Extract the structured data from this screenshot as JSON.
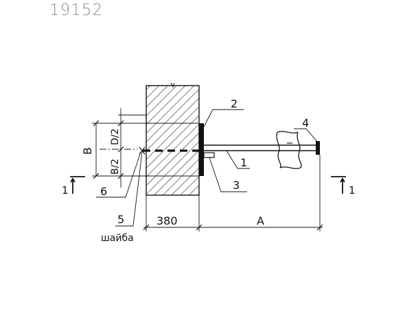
{
  "header": {
    "sheet_number": "19152"
  },
  "labels": {
    "callout_1": "1",
    "callout_2": "2",
    "callout_3": "3",
    "callout_4": "4",
    "callout_5": "5",
    "callout_6": "6",
    "washer": "шайба",
    "dim_B": "В",
    "dim_B_half": "В/2",
    "dim_D_half": "D/2",
    "dim_380": "380",
    "dim_A": "А",
    "section_left": "1",
    "section_right": "1"
  },
  "colors": {
    "line": "#111111",
    "header_text": "#8a8a8a"
  }
}
